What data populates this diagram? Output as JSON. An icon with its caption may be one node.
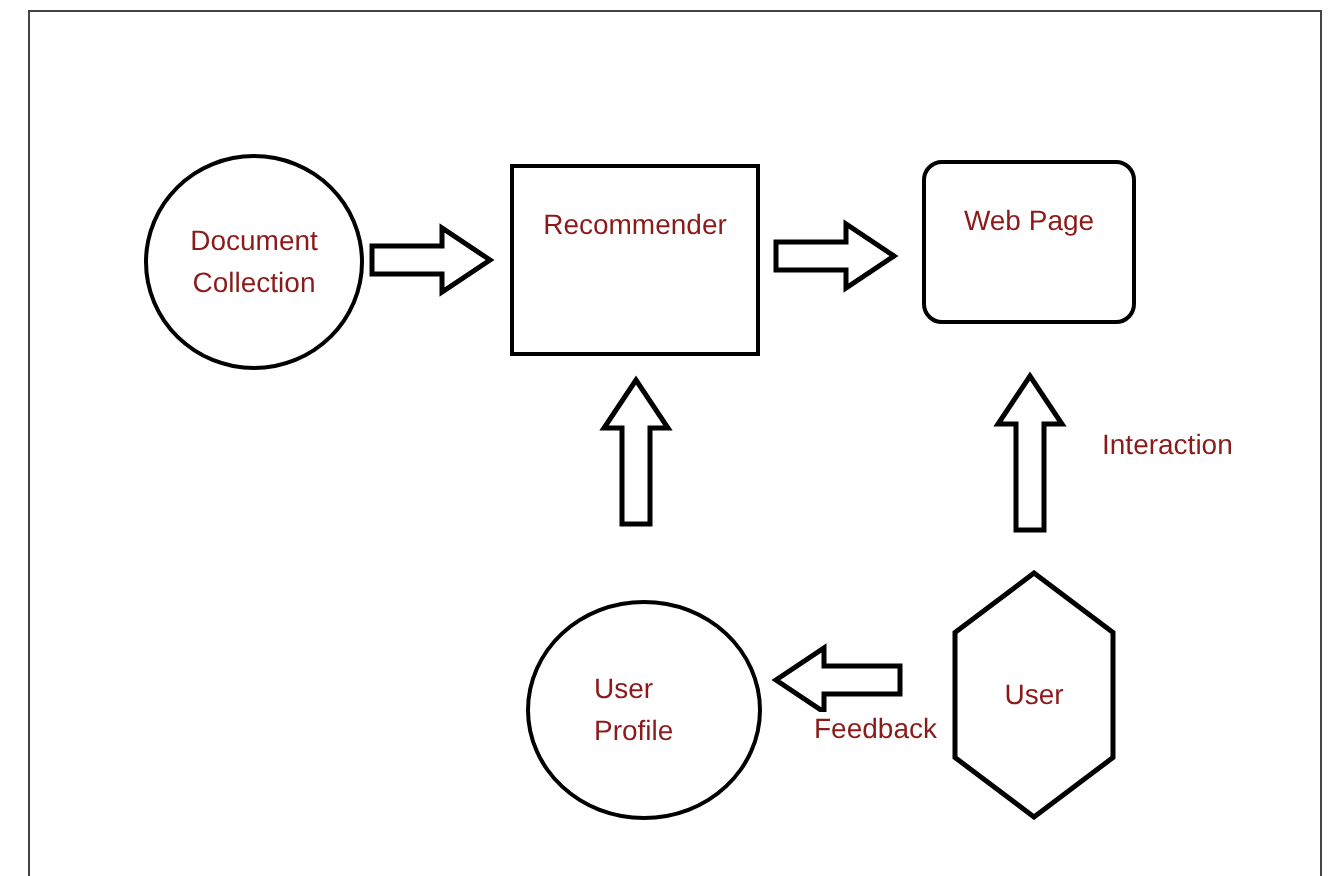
{
  "diagram": {
    "nodes": [
      {
        "text": [
          "Document Collection"
        ]
      },
      {
        "text": [
          "Recommender"
        ]
      },
      {
        "text": [
          "Web Page"
        ]
      },
      {
        "text": [
          "User Profile"
        ]
      },
      {
        "text": [
          "User"
        ]
      }
    ],
    "edges": [
      {
        "from": 0,
        "to": 1,
        "arrow": "to"
      },
      {
        "from": 1,
        "to": 2,
        "arrow": "to"
      },
      {
        "from": 3,
        "to": 1,
        "arrow": "to"
      },
      {
        "from": 4,
        "to": 2,
        "arrow": "to",
        "label": "Interaction"
      },
      {
        "from": 4,
        "to": 3,
        "arrow": "to",
        "label": "Feedback"
      }
    ]
  }
}
